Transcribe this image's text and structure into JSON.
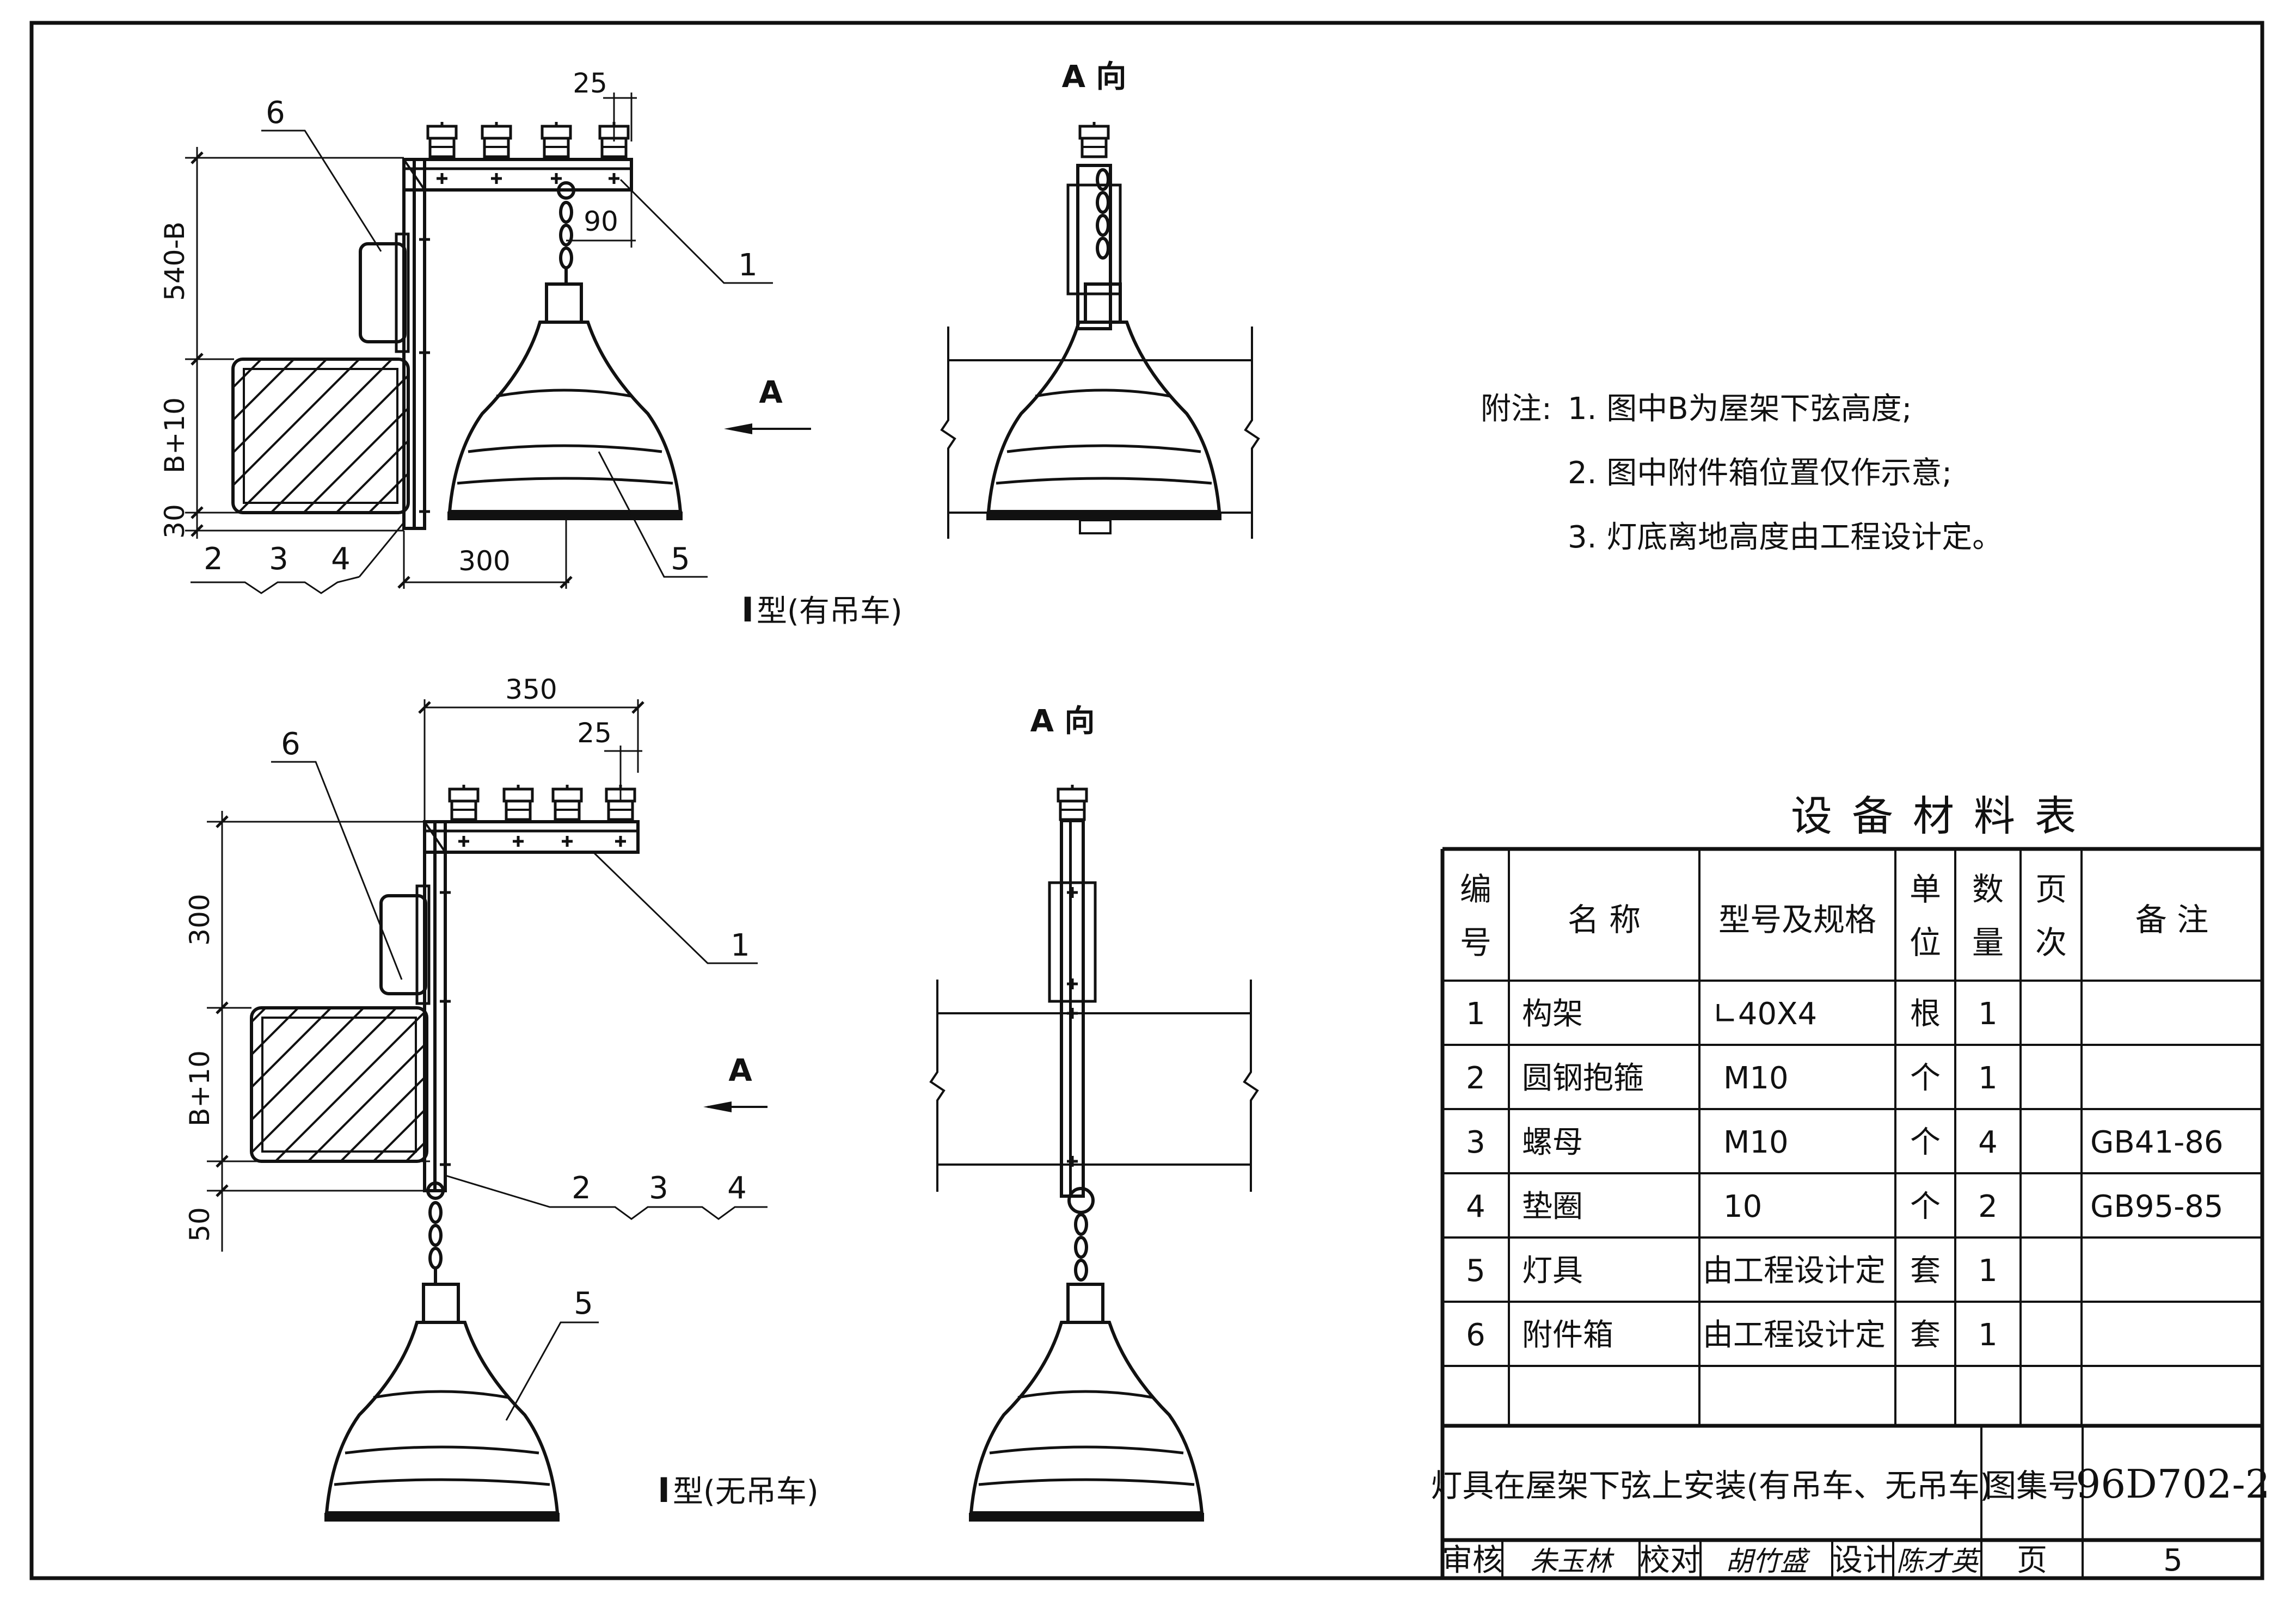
{
  "views": {
    "top_left": {
      "dims": {
        "d25": "25",
        "d90": "90",
        "d540b": "540-B",
        "db10": "B+10",
        "d30": "30",
        "d300": "300"
      },
      "leaders": {
        "n1": "1",
        "n6": "6",
        "n5": "5",
        "n2": "2",
        "n3": "3",
        "n4": "4"
      },
      "arrow": "A",
      "caption_mark": "Ⅰ",
      "caption": "型(有吊车)"
    },
    "top_right": {
      "title": "A 向"
    },
    "bottom_left": {
      "dims": {
        "d350": "350",
        "d25": "25",
        "d300": "300",
        "db10": "B+10",
        "d50": "50"
      },
      "leaders": {
        "n6": "6",
        "n1": "1",
        "n2": "2",
        "n3": "3",
        "n4": "4",
        "n5": "5"
      },
      "arrow": "A",
      "caption_mark": "Ⅰ",
      "caption": "型(无吊车)"
    },
    "bottom_right": {
      "title": "A 向"
    }
  },
  "notes": {
    "prefix": "附注:",
    "items": [
      "1. 图中B为屋架下弦高度;",
      "2. 图中附件箱位置仅作示意;",
      "3. 灯底离地高度由工程设计定。"
    ]
  },
  "table": {
    "title": "设备材料表",
    "headers": {
      "no_a": "编",
      "no_b": "号",
      "name": "名  称",
      "spec": "型号及规格",
      "unit_a": "单",
      "unit_b": "位",
      "qty_a": "数",
      "qty_b": "量",
      "page_a": "页",
      "page_b": "次",
      "remark": "备  注"
    },
    "rows": [
      {
        "no": "1",
        "name": "构架",
        "spec": "∟40X4",
        "unit": "根",
        "qty": "1",
        "page": "",
        "remark": ""
      },
      {
        "no": "2",
        "name": "圆钢抱箍",
        "spec": "M10",
        "unit": "个",
        "qty": "1",
        "page": "",
        "remark": ""
      },
      {
        "no": "3",
        "name": "螺母",
        "spec": "M10",
        "unit": "个",
        "qty": "4",
        "page": "",
        "remark": "GB41-86"
      },
      {
        "no": "4",
        "name": "垫圈",
        "spec": "10",
        "unit": "个",
        "qty": "2",
        "page": "",
        "remark": "GB95-85"
      },
      {
        "no": "5",
        "name": "灯具",
        "spec": "由工程设计定",
        "unit": "套",
        "qty": "1",
        "page": "",
        "remark": ""
      },
      {
        "no": "6",
        "name": "附件箱",
        "spec": "由工程设计定",
        "unit": "套",
        "qty": "1",
        "page": "",
        "remark": ""
      }
    ]
  },
  "title_block": {
    "drawing_title": "灯具在屋架下弦上安装(有吊车、无吊车)",
    "atlas_label": "图集号",
    "atlas_no": "96D702-2",
    "review_label": "审核",
    "review_sig": "朱玉林",
    "check_label": "校对",
    "check_sig": "胡竹盛",
    "design_label": "设计",
    "design_sig": "陈才英",
    "page_label": "页",
    "page_no": "5"
  }
}
